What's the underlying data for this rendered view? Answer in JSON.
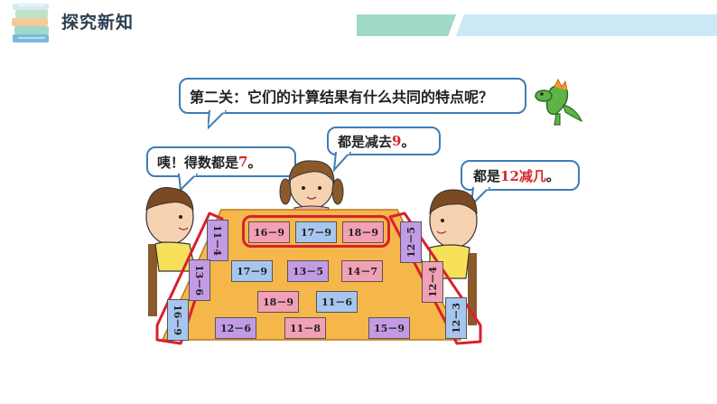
{
  "header": {
    "title": "探究新知"
  },
  "question": {
    "text": "第二关：它们的计算结果有什么共同的特点呢？"
  },
  "bubbles": {
    "left": {
      "prefix": "咦！得数都是",
      "emphasis": "7",
      "suffix": "。"
    },
    "middle": {
      "prefix": "都是减去",
      "emphasis": "9",
      "suffix": "。"
    },
    "right": {
      "prefix": "都是",
      "emphasis": "12减几",
      "suffix": "。"
    }
  },
  "cards": {
    "top_row": [
      "16－9",
      "17－9",
      "18－9"
    ],
    "left_column": [
      "11－4",
      "13－6",
      "16－9"
    ],
    "right_column": [
      "12－5",
      "12－4",
      "12－3"
    ],
    "table": [
      "17－9",
      "13－5",
      "14－7",
      "18－9",
      "11－6",
      "12－6",
      "11－8",
      "15－9"
    ]
  },
  "colors": {
    "accent_red": "#d9262b",
    "bubble_border": "#3d7cb8",
    "table": "#f5b74a",
    "card_blue": "#a7c6ef",
    "card_purple": "#c39be5",
    "card_pink": "#f2a0b5"
  }
}
